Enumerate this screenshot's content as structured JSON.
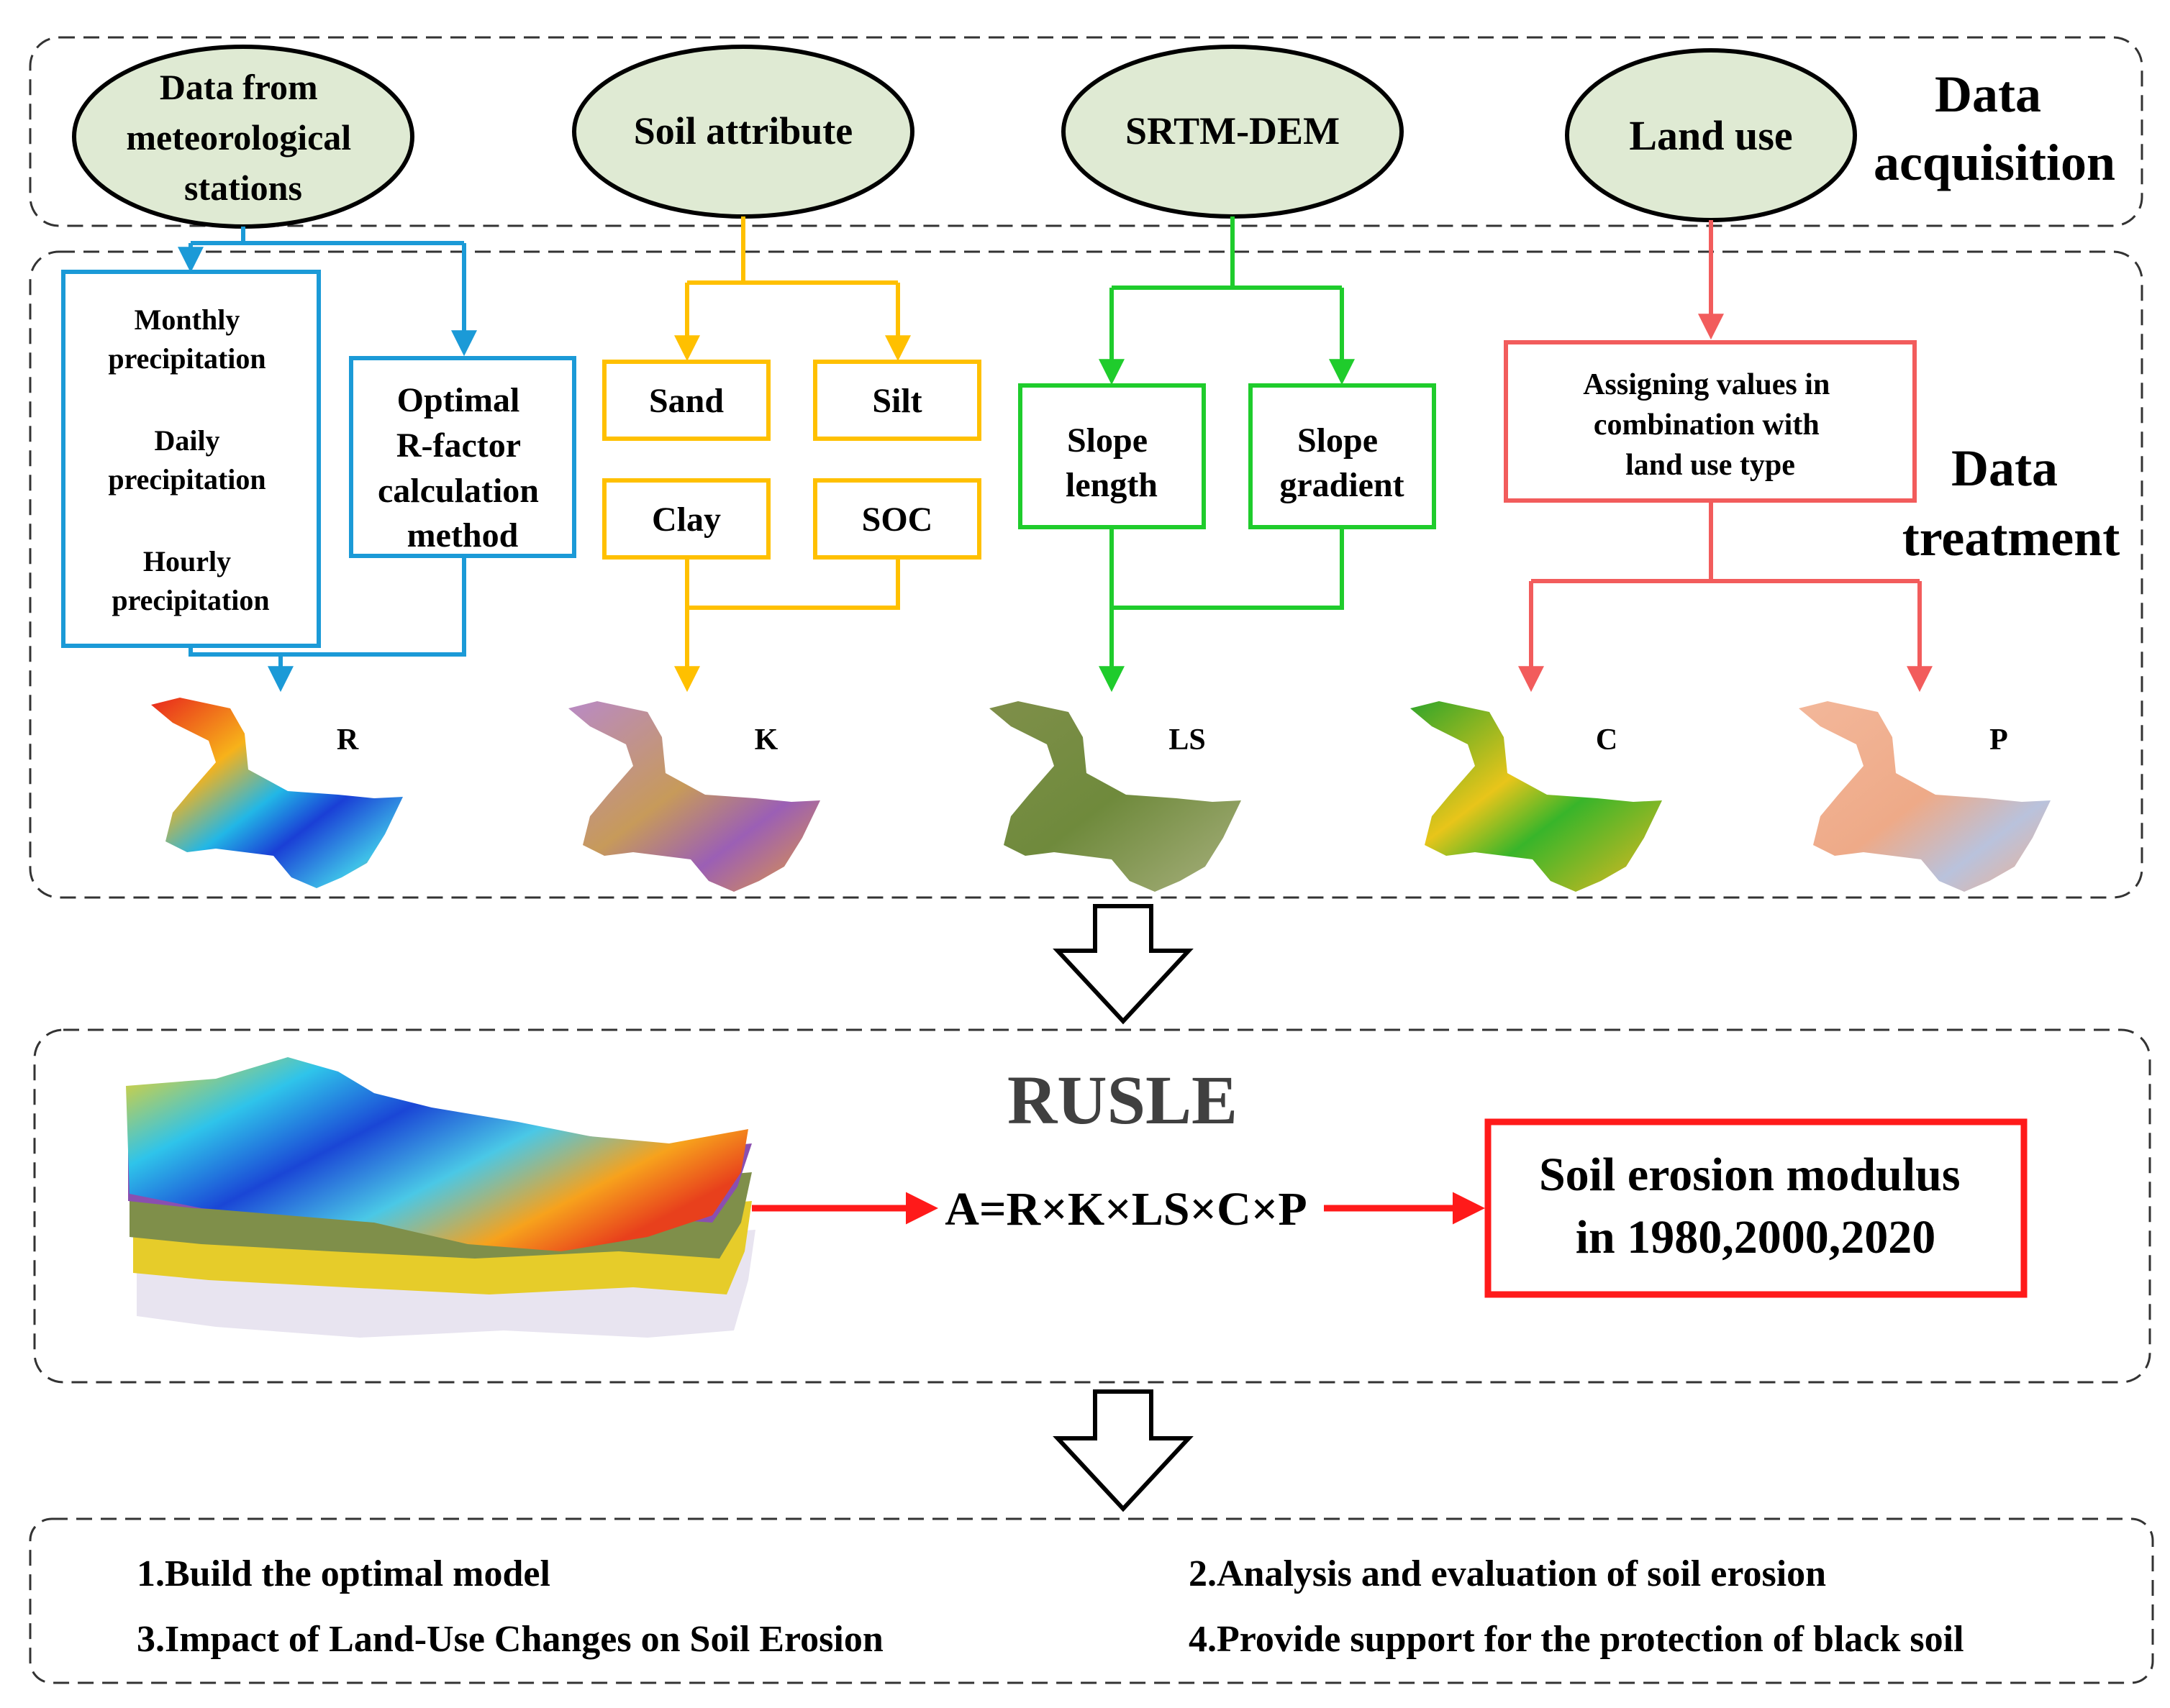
{
  "sections": {
    "acquisition": [
      "Data",
      "acquisition"
    ],
    "treatment": [
      "Data",
      "treatment"
    ]
  },
  "sources": {
    "meteo": [
      "Data from",
      "meteorological",
      "stations"
    ],
    "soil": "Soil attribute",
    "dem": "SRTM-DEM",
    "landuse": "Land use"
  },
  "precip": [
    "Monthly",
    "precipitation",
    "Daily",
    "precipitation",
    "Hourly",
    "precipitation"
  ],
  "rfactor": [
    "Optimal",
    "R-factor",
    "calculation",
    "method"
  ],
  "soil_boxes": {
    "sand": "Sand",
    "silt": "Silt",
    "clay": "Clay",
    "soc": "SOC"
  },
  "dem_boxes": {
    "length": [
      "Slope",
      "length"
    ],
    "gradient": [
      "Slope",
      "gradient"
    ]
  },
  "landuse_box": [
    "Assigning values in",
    "combination with",
    "land use type"
  ],
  "factor_maps": [
    "R",
    "K",
    "LS",
    "C",
    "P"
  ],
  "model": {
    "name": "RUSLE",
    "formula": "A=R×K×LS×C×P",
    "result": [
      "Soil erosion modulus",
      "in 1980,2000,2020"
    ]
  },
  "outcomes": [
    "1.Build the optimal model",
    "2.Analysis and evaluation of soil erosion",
    "3.Impact of Land-Use Changes on Soil Erosion",
    "4.Provide support for the protection of black soil"
  ],
  "colors": {
    "meteo": "#1b9ad7",
    "soil": "#ffc000",
    "dem": "#1fcc2c",
    "landuse": "#f25c5c",
    "result": "#ff1a1a",
    "ellipse_fill": "#dfead3",
    "dash": "#333333"
  }
}
